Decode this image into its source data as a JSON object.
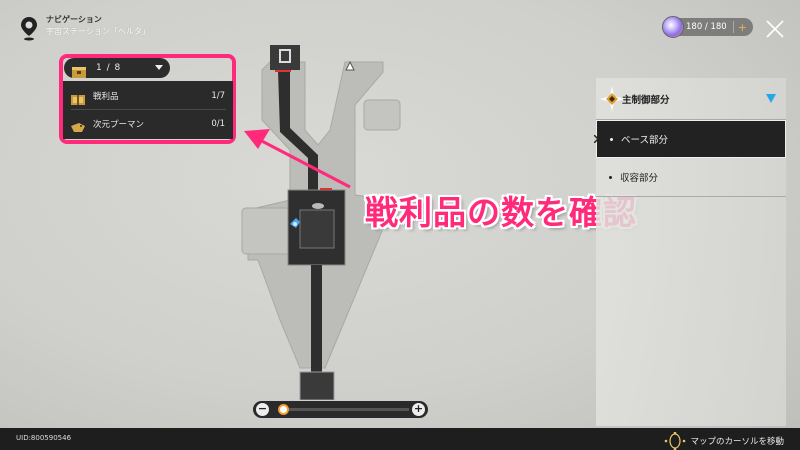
{
  "navigation": {
    "title": "ナビゲーション",
    "location": "宇宙ステーション「ヘルタ」"
  },
  "top_right": {
    "stamina": "180 / 180",
    "stamina_plus": "+",
    "close_icon": "close-icon"
  },
  "collectibles": {
    "dropdown_value": "1 / 8",
    "items": [
      {
        "icon": "treasure-chest-icon",
        "name": "戦利品",
        "count": "1/7"
      },
      {
        "icon": "warp-trotter-icon",
        "name": "次元プーマン",
        "count": "0/1"
      }
    ]
  },
  "areas": {
    "header": "主制御部分",
    "items": [
      {
        "label": "ベース部分",
        "active": true
      },
      {
        "label": "収容部分",
        "active": false
      }
    ],
    "accent_color": "#27a6e8"
  },
  "annotation": {
    "text": "戦利品の数を確認",
    "color": "#ff2b7a"
  },
  "zoom": {
    "minus": "−",
    "plus": "+",
    "level_percent": 0
  },
  "footer": {
    "uid": "UID:800590546",
    "hint": "マップのカーソルを移動"
  }
}
